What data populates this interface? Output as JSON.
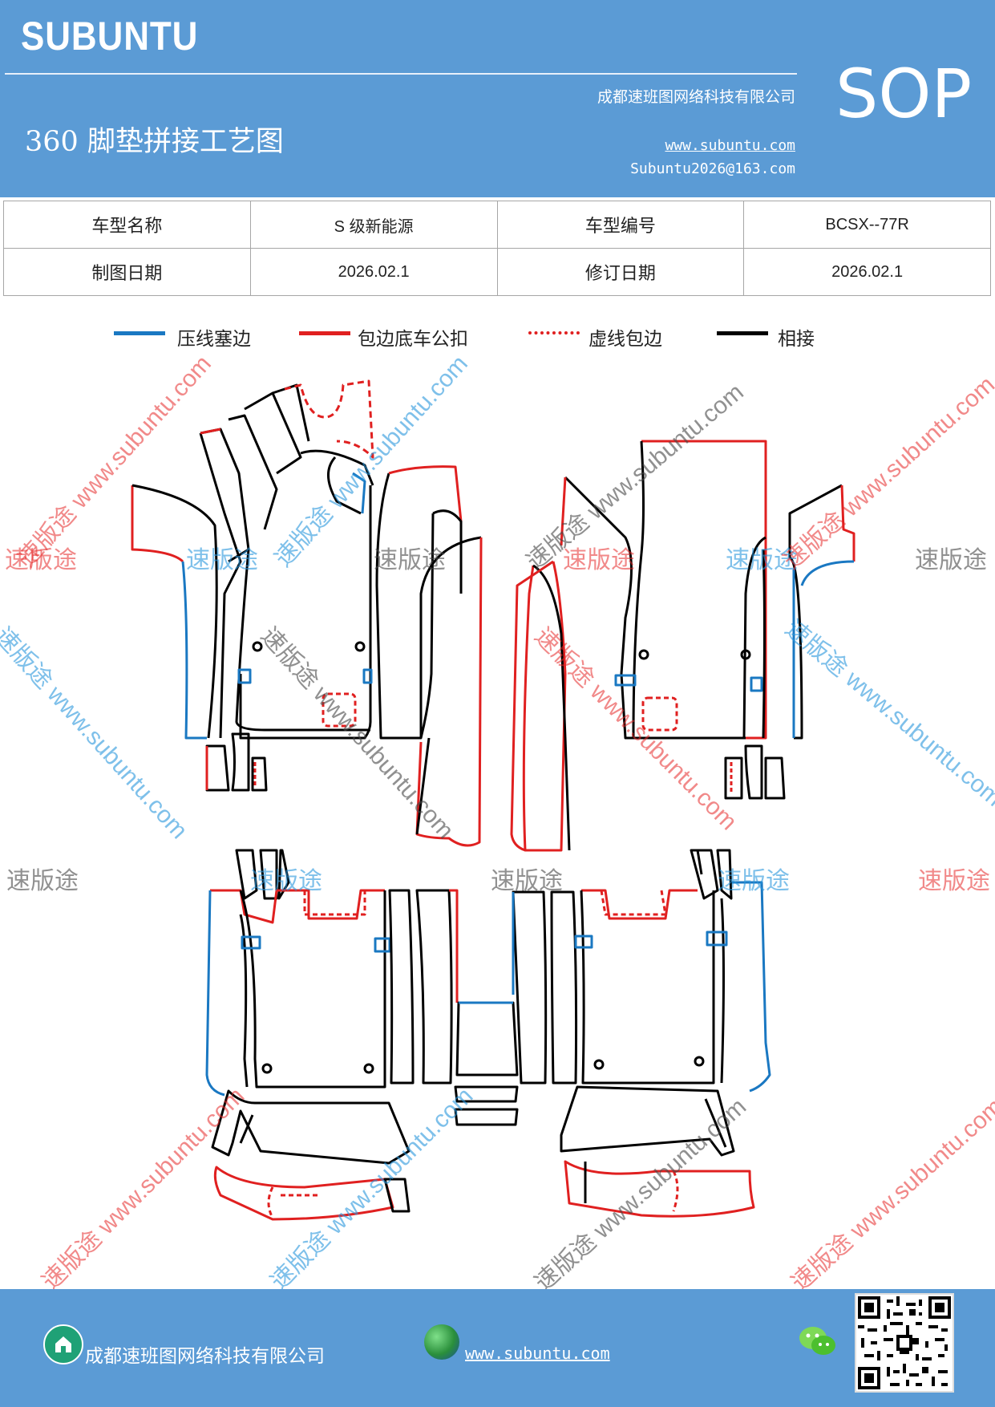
{
  "header": {
    "brand": "SUBUNTU",
    "company": "成都速班图网络科技有限公司",
    "sop": "SOP",
    "title": "360 脚垫拼接工艺图",
    "website": "www.subuntu.com",
    "email": "Subuntu2026@163.com"
  },
  "info_table": {
    "rows": [
      {
        "label1": "车型名称",
        "value1": "S 级新能源",
        "label2": "车型编号",
        "value2": "BCSX--77R"
      },
      {
        "label1": "制图日期",
        "value1": "2026.02.1",
        "label2": "修订日期",
        "value2": "2026.02.1"
      }
    ]
  },
  "legend": {
    "items": [
      {
        "label": "压线塞边",
        "color": "#1a78c2",
        "style": "solid"
      },
      {
        "label": "包边底车公扣",
        "color": "#e02020",
        "style": "solid"
      },
      {
        "label": "虚线包边",
        "color": "#e02020",
        "style": "dashed"
      },
      {
        "label": "相接",
        "color": "#000000",
        "style": "solid"
      }
    ]
  },
  "watermarks": {
    "brand": "速版途",
    "diagonal": "速版途 www.subuntu.com"
  },
  "footer": {
    "company": "成都速班图网络科技有限公司",
    "website": "www.subuntu.com"
  },
  "colors": {
    "header_bg": "#5b9bd5",
    "blue_line": "#1a78c2",
    "red_line": "#e02020",
    "black_line": "#000000"
  },
  "icons": [
    "home-icon",
    "globe-icon",
    "wechat-icon",
    "qr-code"
  ]
}
